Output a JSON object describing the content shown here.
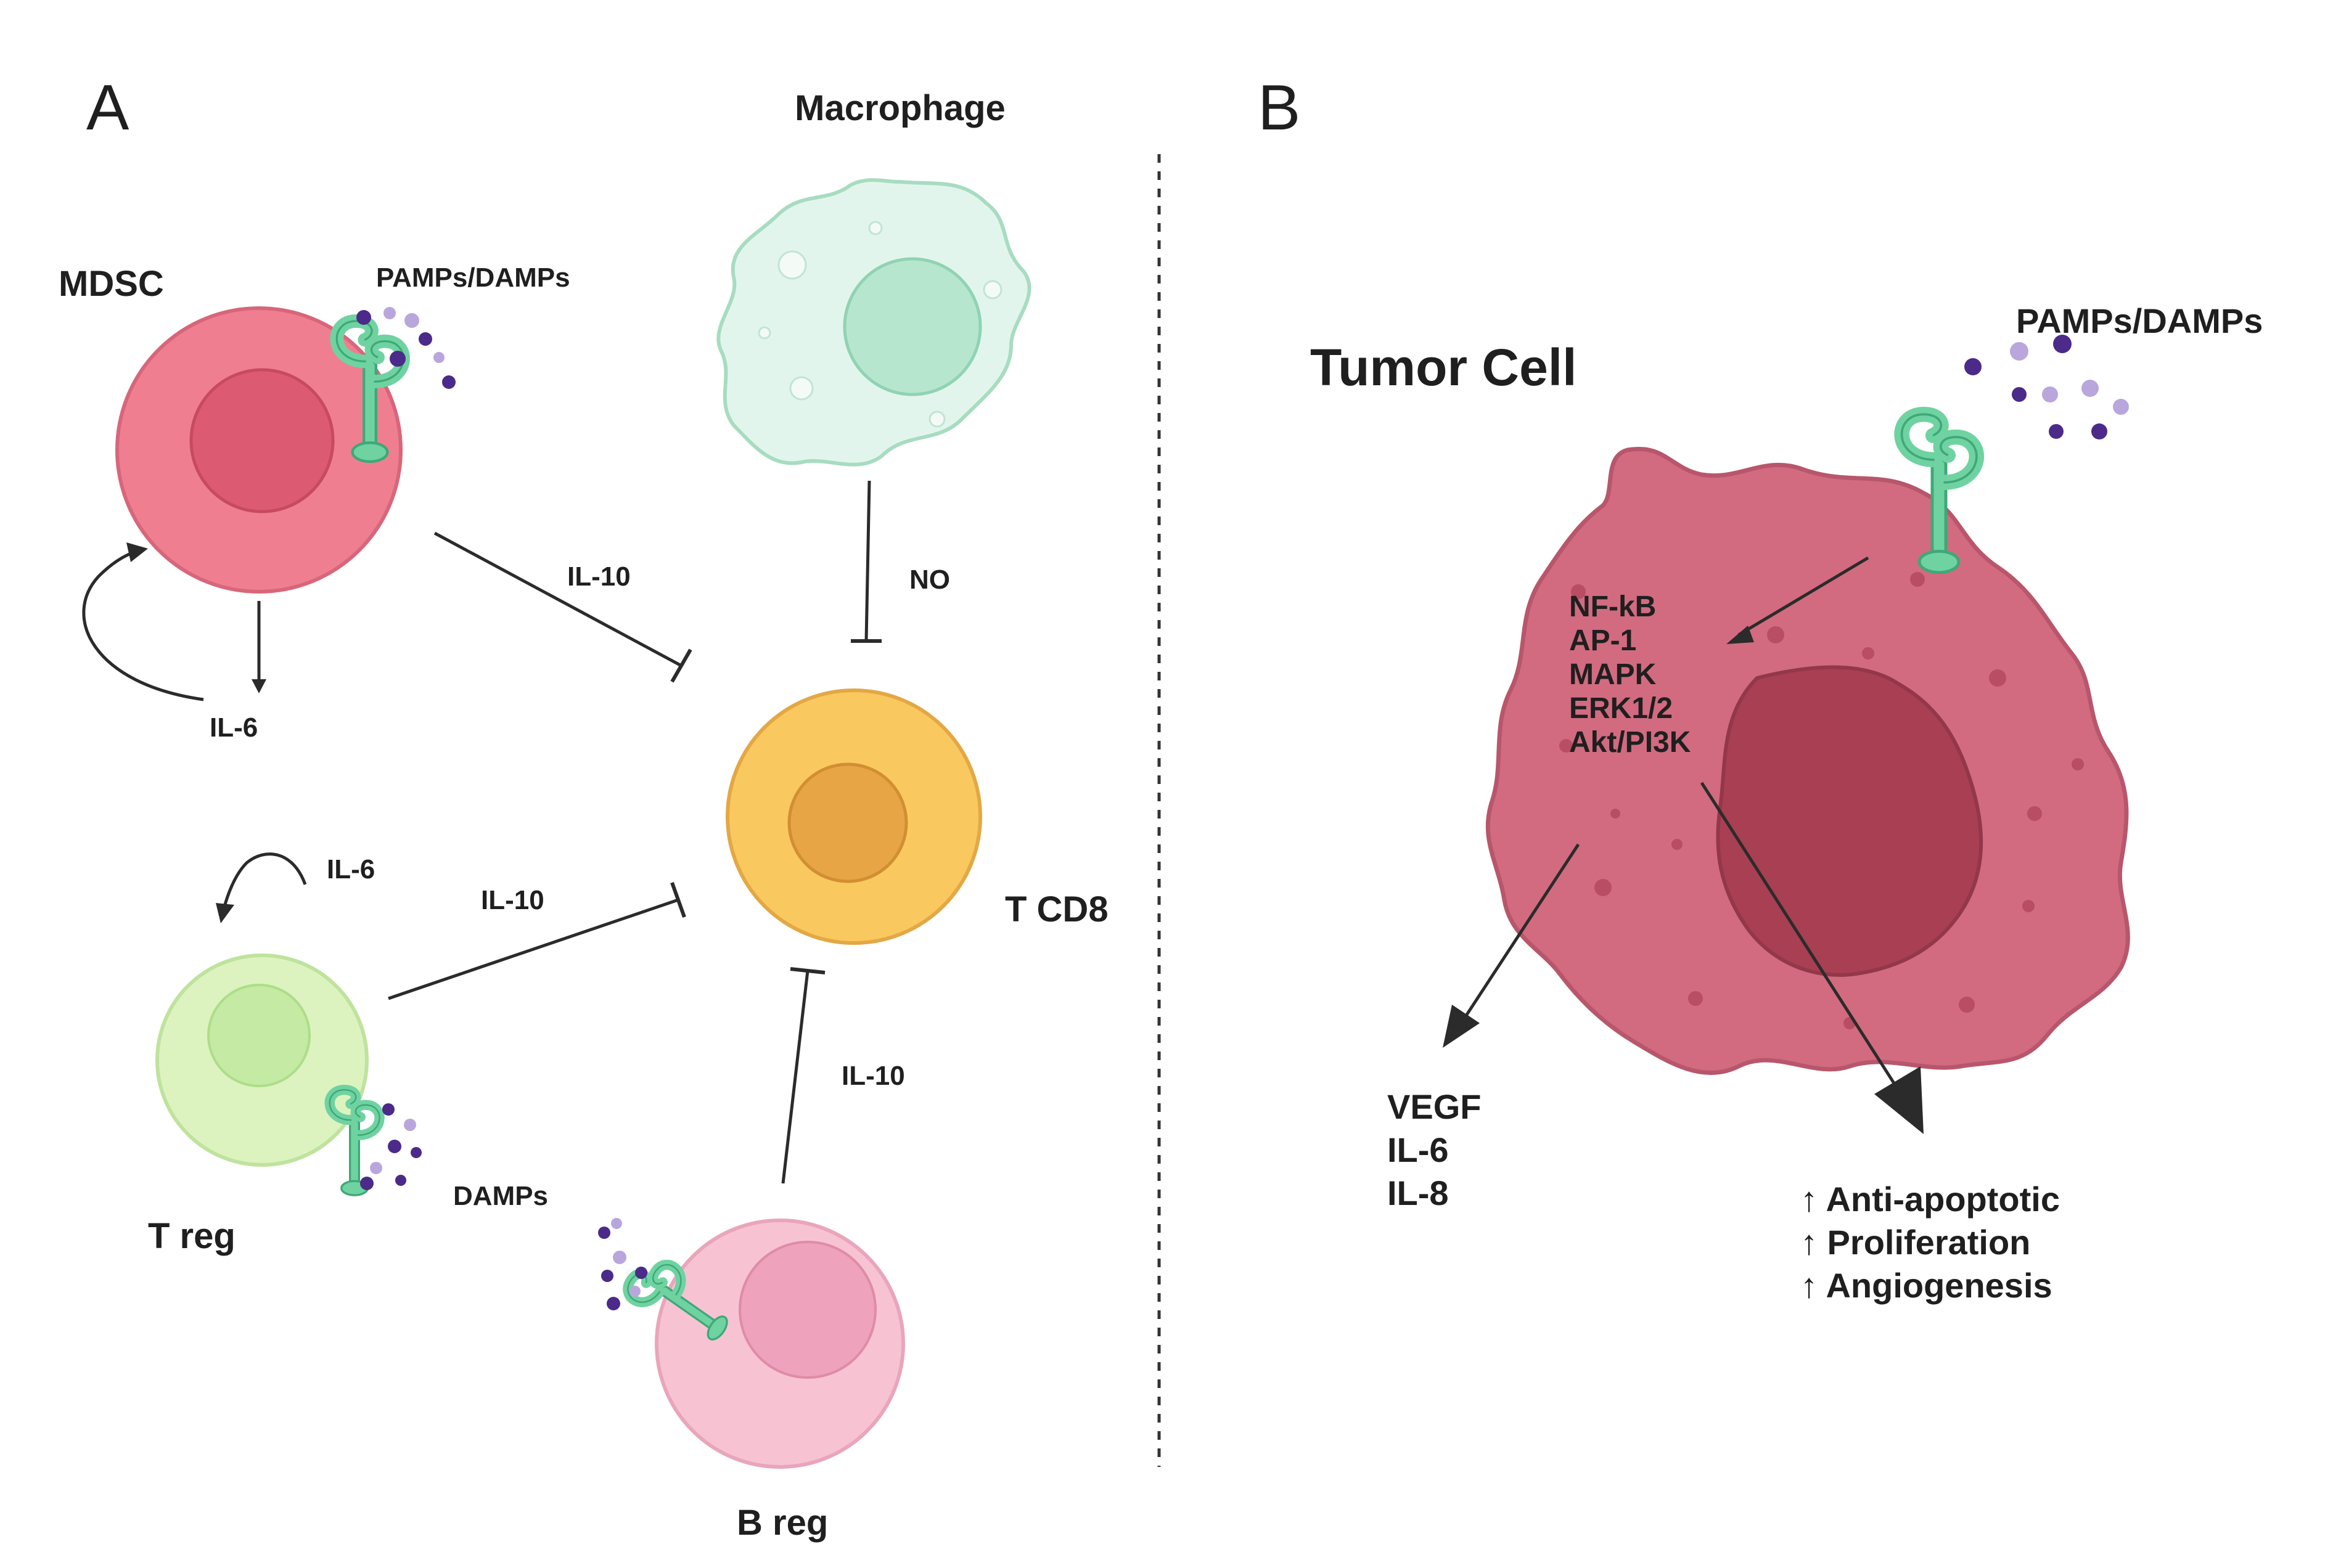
{
  "panels": {
    "a": "A",
    "b": "B"
  },
  "panel_a": {
    "cells": {
      "macrophage": "Macrophage",
      "mdsc": "MDSC",
      "t_cd8": "T CD8",
      "t_reg": "T reg",
      "b_reg": "B reg"
    },
    "molecules": {
      "mdsc_pamps": "PAMPs/DAMPs",
      "mdsc_il10": "IL-10",
      "mdsc_il6": "IL-6",
      "macrophage_no": "NO",
      "treg_il6": "IL-6",
      "treg_il10": "IL-10",
      "treg_damps": "DAMPs",
      "breg_il10": "IL-10"
    }
  },
  "panel_b": {
    "title": "Tumor Cell",
    "pamps": "PAMPs/DAMPs",
    "pathways": [
      "NF-kB",
      "AP-1",
      "MAPK",
      "ERK1/2",
      "Akt/PI3K"
    ],
    "secreted": [
      "VEGF",
      "IL-6",
      "IL-8"
    ],
    "effects": [
      "↑ Anti-apoptotic",
      "↑ Proliferation",
      "↑ Angiogenesis"
    ]
  },
  "colors": {
    "mdsc": "#f07e91",
    "mdsc_nucleus": "#dd5b72",
    "macrophage": "#e2f5ec",
    "macrophage_nucleus": "#b7e6cf",
    "t_cd8": "#f9c85e",
    "t_cd8_nucleus": "#e7a545",
    "t_reg": "#dcf3c0",
    "t_reg_nucleus": "#c4eaa3",
    "b_reg": "#f7c3d3",
    "b_reg_nucleus": "#eea2bb",
    "tumor": "#d26b80",
    "tumor_nucleus": "#a93f53",
    "receptor": "#6fd3a1",
    "ligand_dark": "#4b2a8a",
    "ligand_light": "#b9a6dc"
  }
}
